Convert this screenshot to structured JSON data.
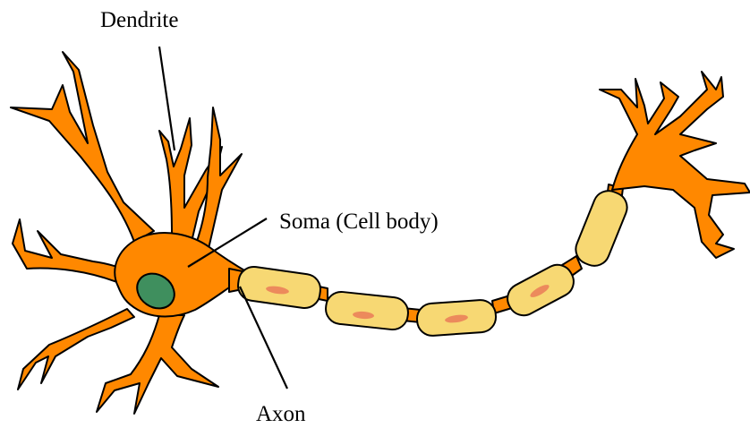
{
  "labels": {
    "dendrite": "Dendrite",
    "soma": "Soma (Cell body)",
    "axon": "Axon"
  },
  "colors": {
    "cell_orange": "#ff8800",
    "nucleus_green": "#3f8f5e",
    "myelin_yellow": "#f7d873",
    "schwann_nucleus": "#ec8a5c",
    "outline": "#000000"
  }
}
